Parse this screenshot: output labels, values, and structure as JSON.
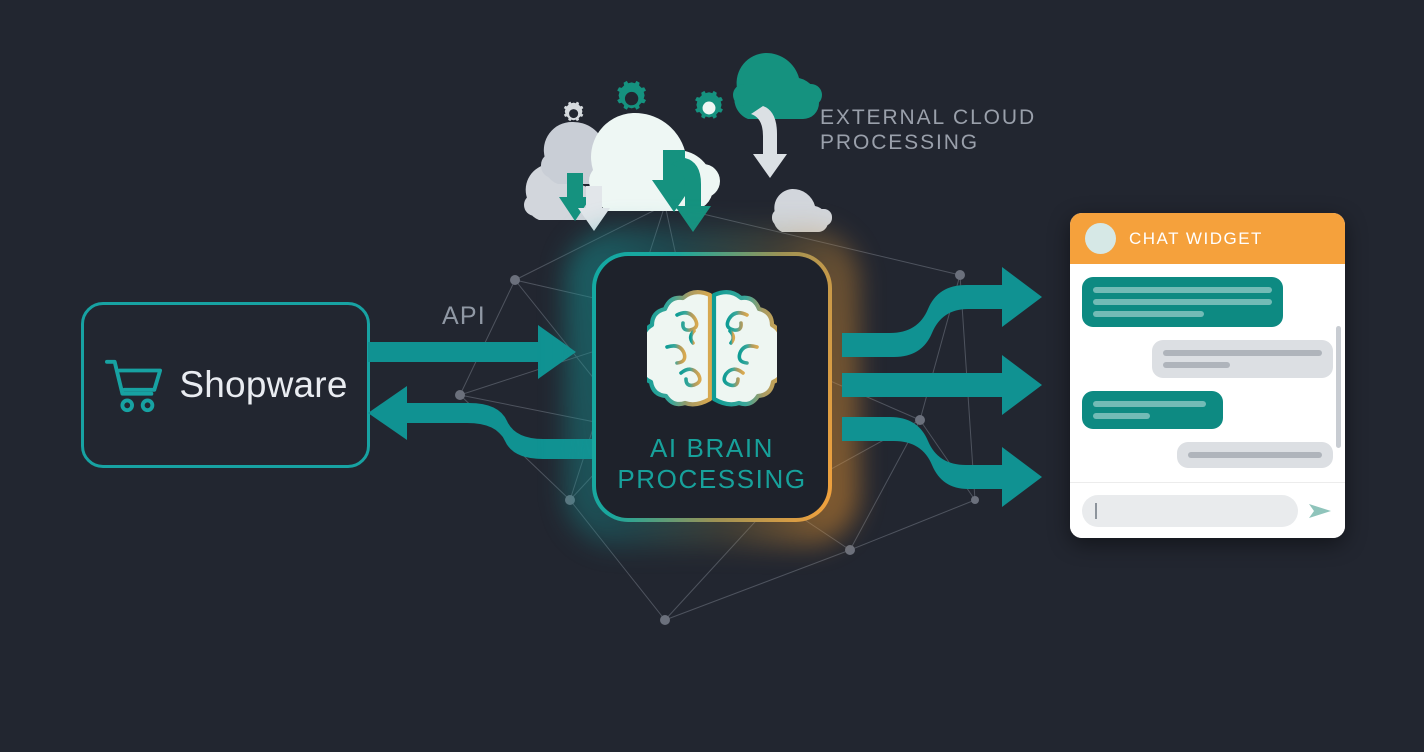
{
  "theme": {
    "background": "#222630",
    "teal": "#109292",
    "teal_bright": "#17a2a2",
    "teal_dark": "#0d8a82",
    "orange": "#f5a13c",
    "text_light": "#e9ecf1",
    "text_muted": "#9aa0ab",
    "cloud_white": "#eef6f4",
    "cloud_gray": "#d2d6dc",
    "node_gray": "#6b707c"
  },
  "nodes": {
    "shopware": {
      "label": "Shopware",
      "icon": "shopping-cart-icon"
    },
    "ai_chip": {
      "title_line1": "AI BRAIN",
      "title_line2": "PROCESSING",
      "icon": "brain-icon"
    },
    "cloud": {
      "caption_line1": "EXTERNAL CLOUD",
      "caption_line2": "PROCESSING",
      "icons": [
        "cloud-icon",
        "cloud-icon",
        "cloud-icon",
        "cloud-icon",
        "gear-icon",
        "gear-icon",
        "gear-icon",
        "arrow-up-icon",
        "arrow-down-icon"
      ]
    }
  },
  "connections": {
    "api_label": "API",
    "inbound_arrow": "arrow-right-icon",
    "return_arrow": "arrow-left-icon",
    "outputs": [
      "arrow-right-icon",
      "arrow-right-icon",
      "arrow-right-icon"
    ]
  },
  "chat_widget": {
    "title": "CHAT WIDGET",
    "avatar": "user-avatar-icon",
    "messages": [
      {
        "role": "agent",
        "lines": [
          100,
          100,
          62
        ]
      },
      {
        "role": "user",
        "lines": [
          100,
          42
        ]
      },
      {
        "role": "agent",
        "lines": [
          95,
          48
        ]
      },
      {
        "role": "user",
        "lines": [
          100
        ]
      }
    ],
    "input_placeholder": "",
    "send_icon": "send-icon"
  }
}
